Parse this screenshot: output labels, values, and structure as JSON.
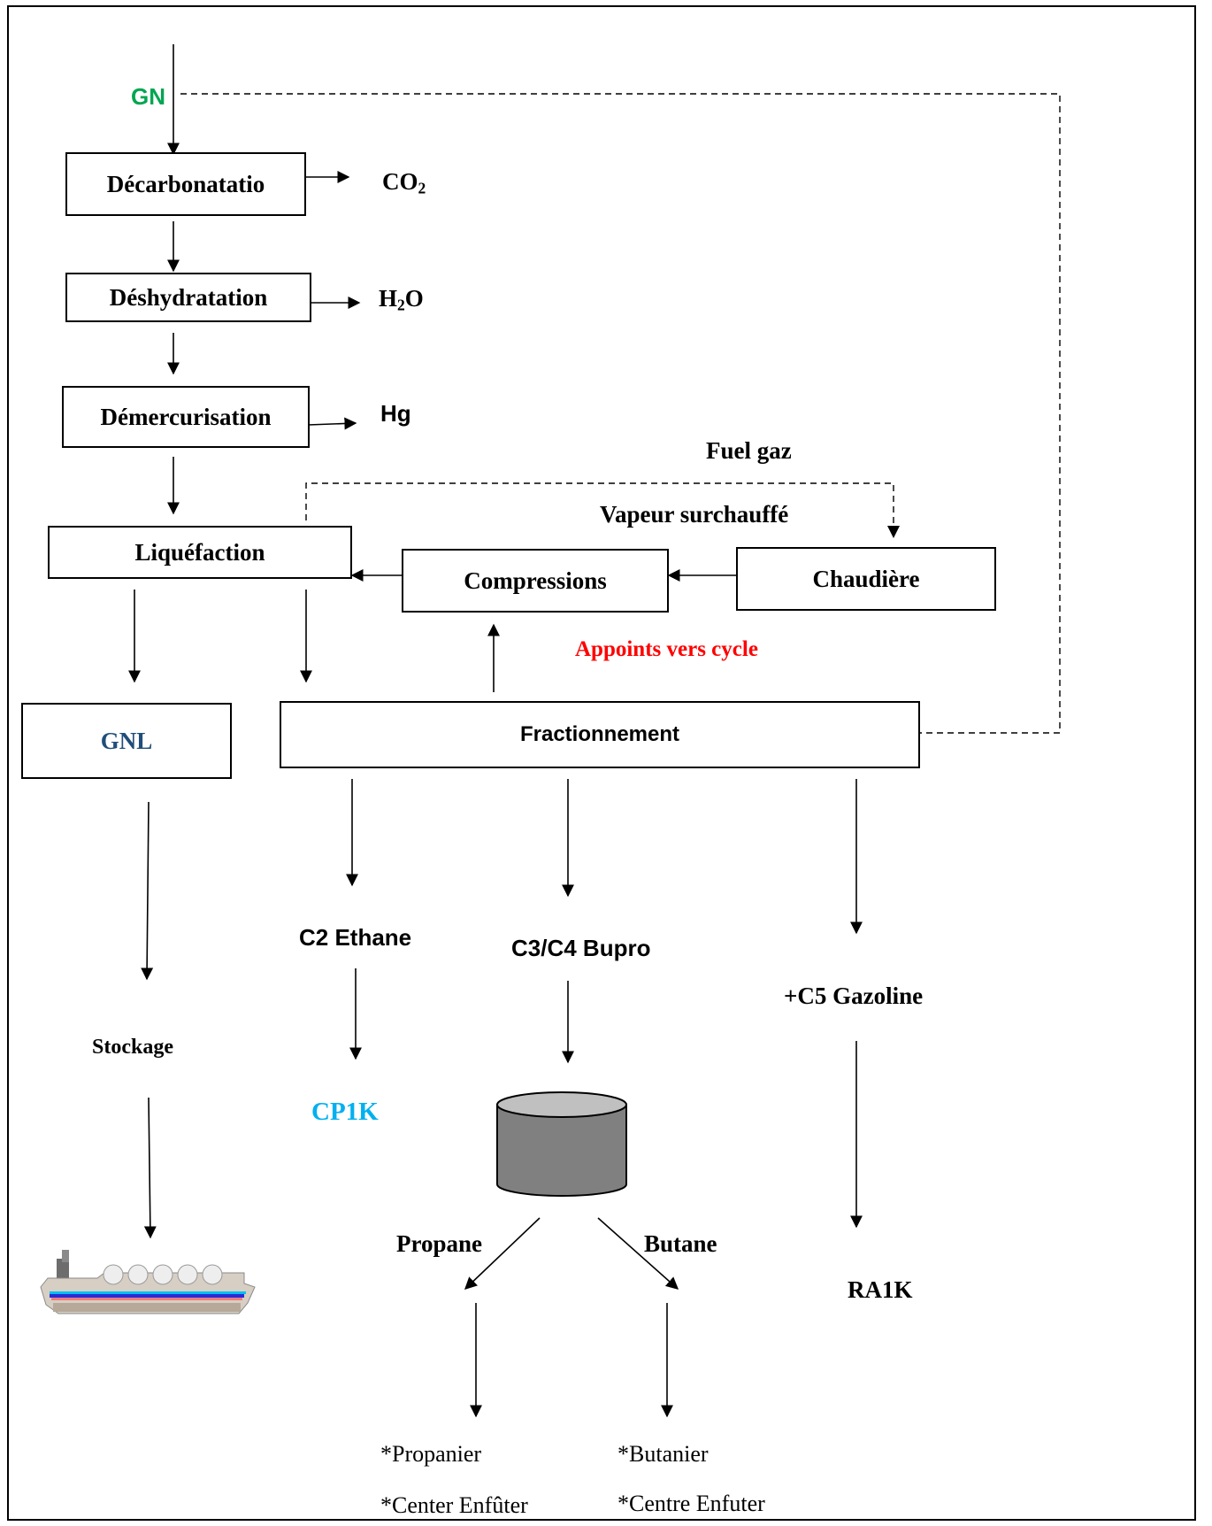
{
  "colors": {
    "gn": "#00a651",
    "gnl": "#1f4e79",
    "cp1k": "#00b0f0",
    "appoints": "#ff0000",
    "tank_body": "#808080",
    "tank_top": "#c0c0c0"
  },
  "inputs": {
    "gn": "GN"
  },
  "process": {
    "decarbonatation": "Décarbonatatio",
    "deshydratation": "Déshydratation",
    "demercurisation": "Démercurisation",
    "liquefaction": "Liquéfaction",
    "compressions": "Compressions",
    "chaudiere": "Chaudière",
    "fractionnement": "Fractionnement",
    "gnl": "GNL"
  },
  "byproducts": {
    "co2_main": "CO",
    "co2_sub": "2",
    "h2o_h": "H",
    "h2o_sub": "2",
    "h2o_o": "O",
    "hg": "Hg"
  },
  "labels": {
    "fuel_gaz": "Fuel gaz",
    "vapeur": "Vapeur surchauffé",
    "appoints": "Appoints vers cycle",
    "c2_ethane": "C2 Ethane",
    "c3c4_bupro": "C3/C4 Bupro",
    "c5_gazoline": "+C5 Gazoline",
    "stockage": "Stockage",
    "cp1k": "CP1K",
    "propane": "Propane",
    "butane": "Butane",
    "ra1k": "RA1K",
    "propanier": "*Propanier",
    "center_enfuter": "*Center Enfûter",
    "butanier": "*Butanier",
    "centre_enfuter": "*Centre Enfuter"
  },
  "icons": [
    "storage-tank-icon",
    "lng-ship-icon"
  ]
}
